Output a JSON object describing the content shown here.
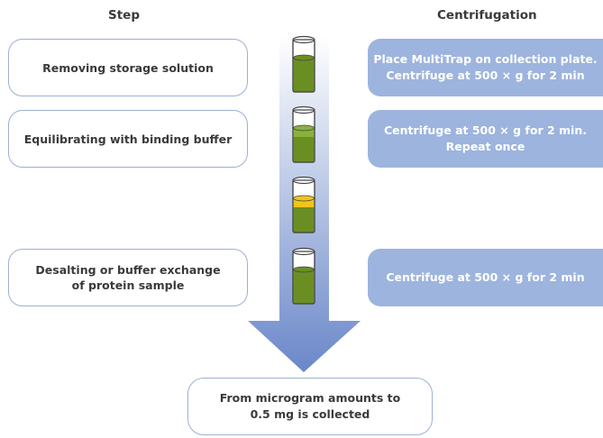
{
  "headers": {
    "step": "Step",
    "centrifugation": "Centrifugation"
  },
  "rows": [
    {
      "step": "Removing storage solution",
      "centrifugation": "Place MultiTrap on collection plate.\nCentrifuge at 500 × g for 2 min"
    },
    {
      "step": "Equilibrating with binding buffer",
      "centrifugation": "Centrifuge at 500 × g for 2 min.\nRepeat once"
    },
    {
      "step": "Desalting or buffer exchange\nof protein sample",
      "centrifugation": "Centrifuge at 500 × g for 2 min"
    }
  ],
  "result": "From microgram amounts to\n0.5 mg is collected",
  "tubes": [
    {
      "name": "tube-storage-solution",
      "layers": [
        "#6b8e23"
      ]
    },
    {
      "name": "tube-equilibrated",
      "layers": [
        "#8ab23a",
        "#6b8e23"
      ]
    },
    {
      "name": "tube-sample-applied",
      "layers": [
        "#f0c419",
        "#6b8e23"
      ]
    },
    {
      "name": "tube-desalted",
      "layers": [
        "#6b8e23"
      ]
    }
  ],
  "colors": {
    "arrow_top": "#ffffff",
    "arrow_bottom": "#6a87c9",
    "box_border": "#9db0d6",
    "centrifugation_fill": "#9db4de",
    "resin_green": "#6b8e23",
    "buffer_green": "#8ab23a",
    "sample_yellow": "#f0c419"
  }
}
